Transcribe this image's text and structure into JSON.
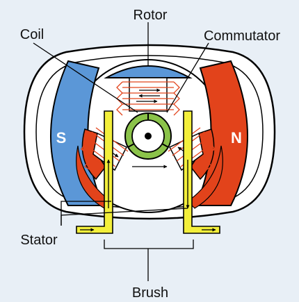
{
  "labels": {
    "rotor": "Rotor",
    "coil": "Coil",
    "commutator": "Commutator",
    "stator": "Stator",
    "brush": "Brush"
  },
  "poles": {
    "south": "S",
    "north": "N"
  },
  "colors": {
    "background": "#e8eff6",
    "south_pole": "#5b97d7",
    "north_pole": "#e2431b",
    "brush": "#f3ef3b",
    "commutator": "#8bc34a",
    "winding": "#e2431b",
    "housing": "#ffffff"
  }
}
